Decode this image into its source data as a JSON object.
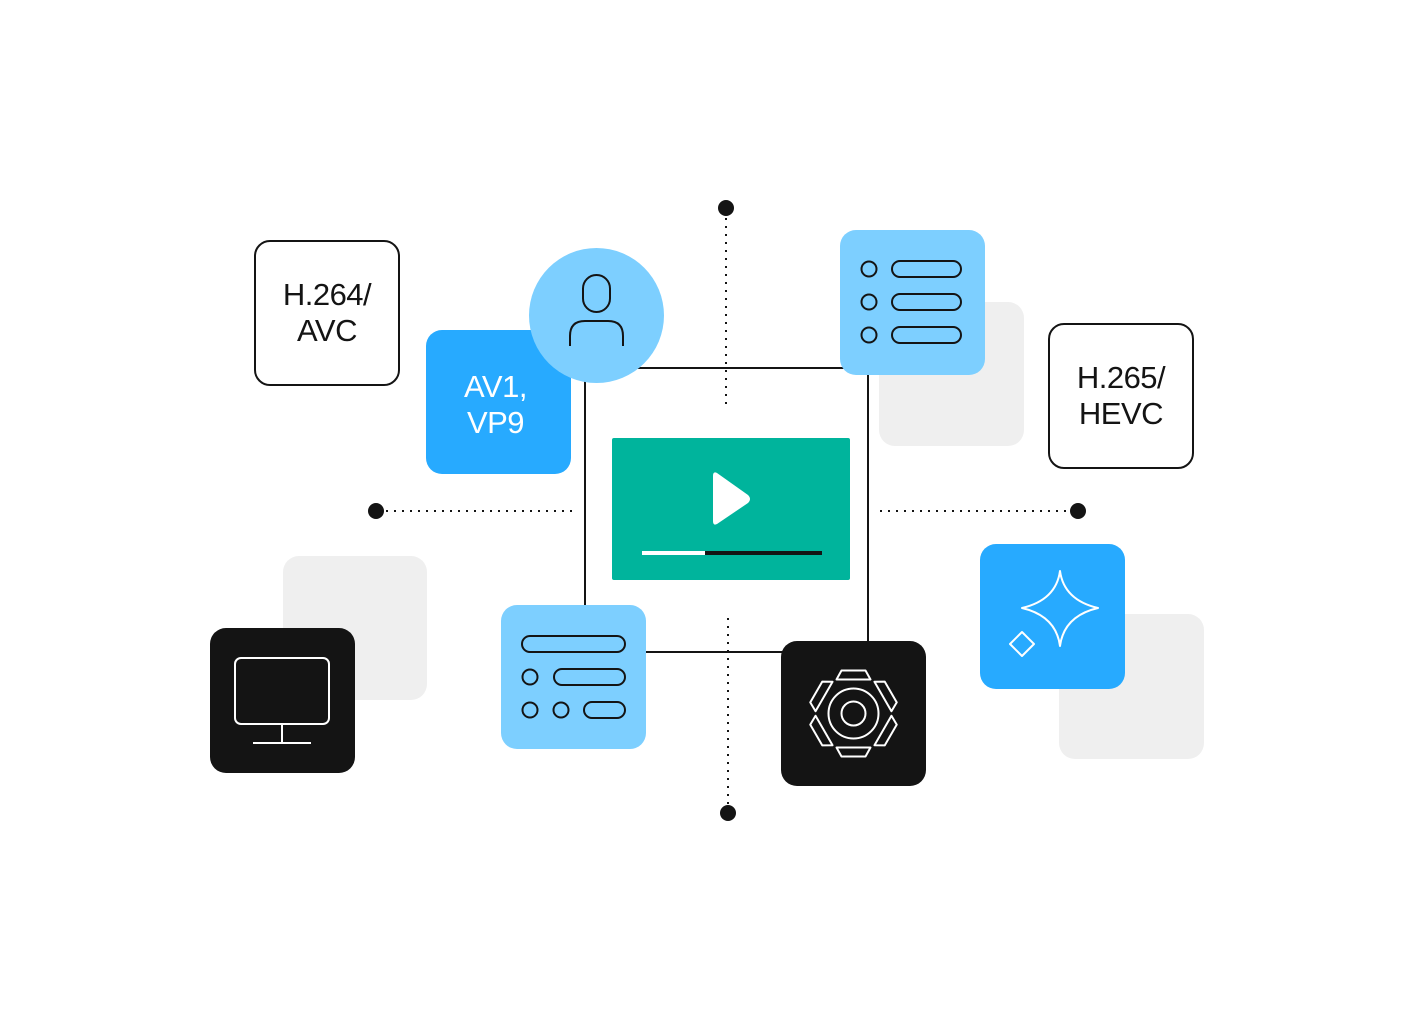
{
  "colors": {
    "line": "#141414",
    "teal": "#00b49c",
    "blue": "#27aaff",
    "light_blue": "#7dcfff",
    "black": "#141414",
    "ghost": "#efefef"
  },
  "labels": {
    "h264": "H.264/\nAVC",
    "h265": "H.265/\nHEVC",
    "av1": "AV1,\nVP9"
  },
  "icons": {
    "user": "user-icon",
    "list_top": "list-icon",
    "list_bottom": "form-list-icon",
    "monitor": "monitor-icon",
    "gear": "gear-icon",
    "sparkle": "sparkle-icon",
    "play": "play-icon"
  },
  "video_player": {
    "progress": 0.35
  }
}
